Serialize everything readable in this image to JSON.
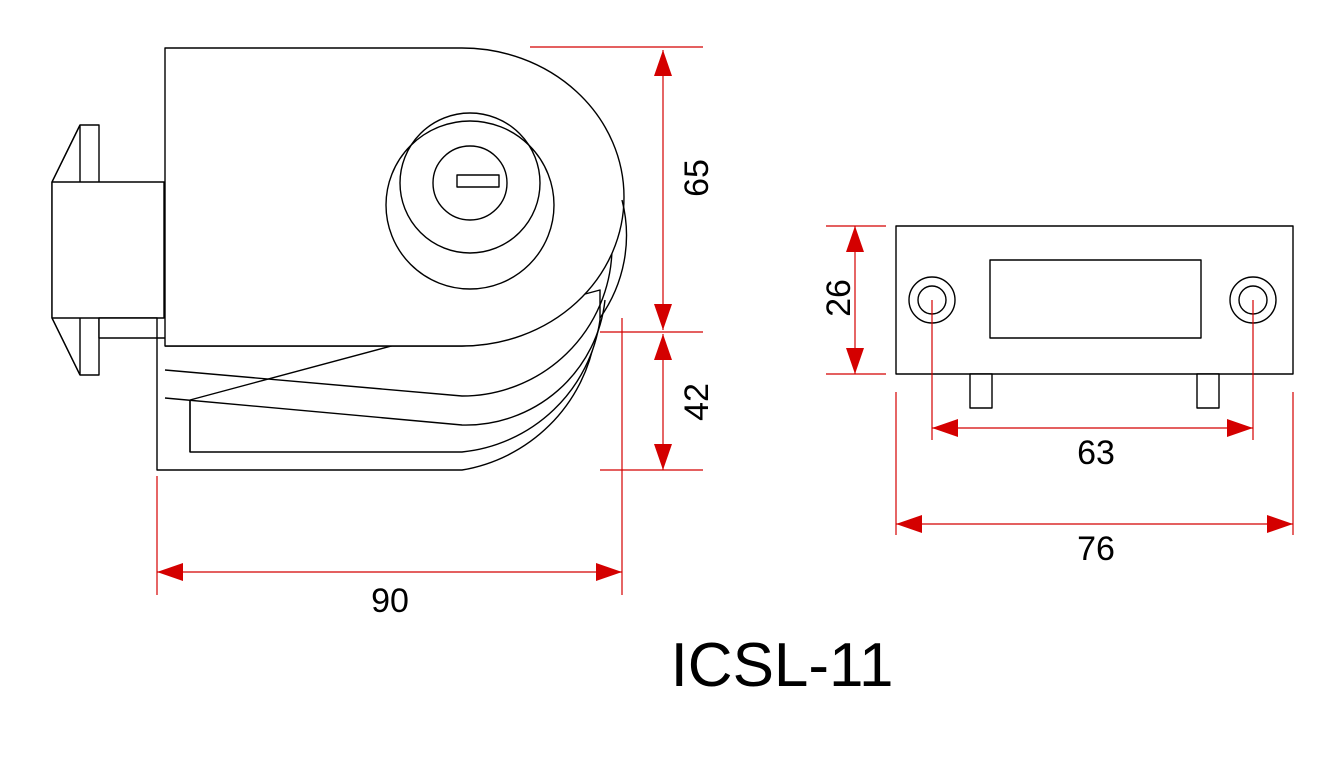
{
  "colors": {
    "outline": "#000000",
    "dimension": "#d40000",
    "background": "#ffffff"
  },
  "model_label": "ICSL-11",
  "dimensions": {
    "side_height_upper": "65",
    "side_height_lower": "42",
    "side_width": "90",
    "front_height": "26",
    "front_hole_spacing": "63",
    "front_width": "76"
  }
}
